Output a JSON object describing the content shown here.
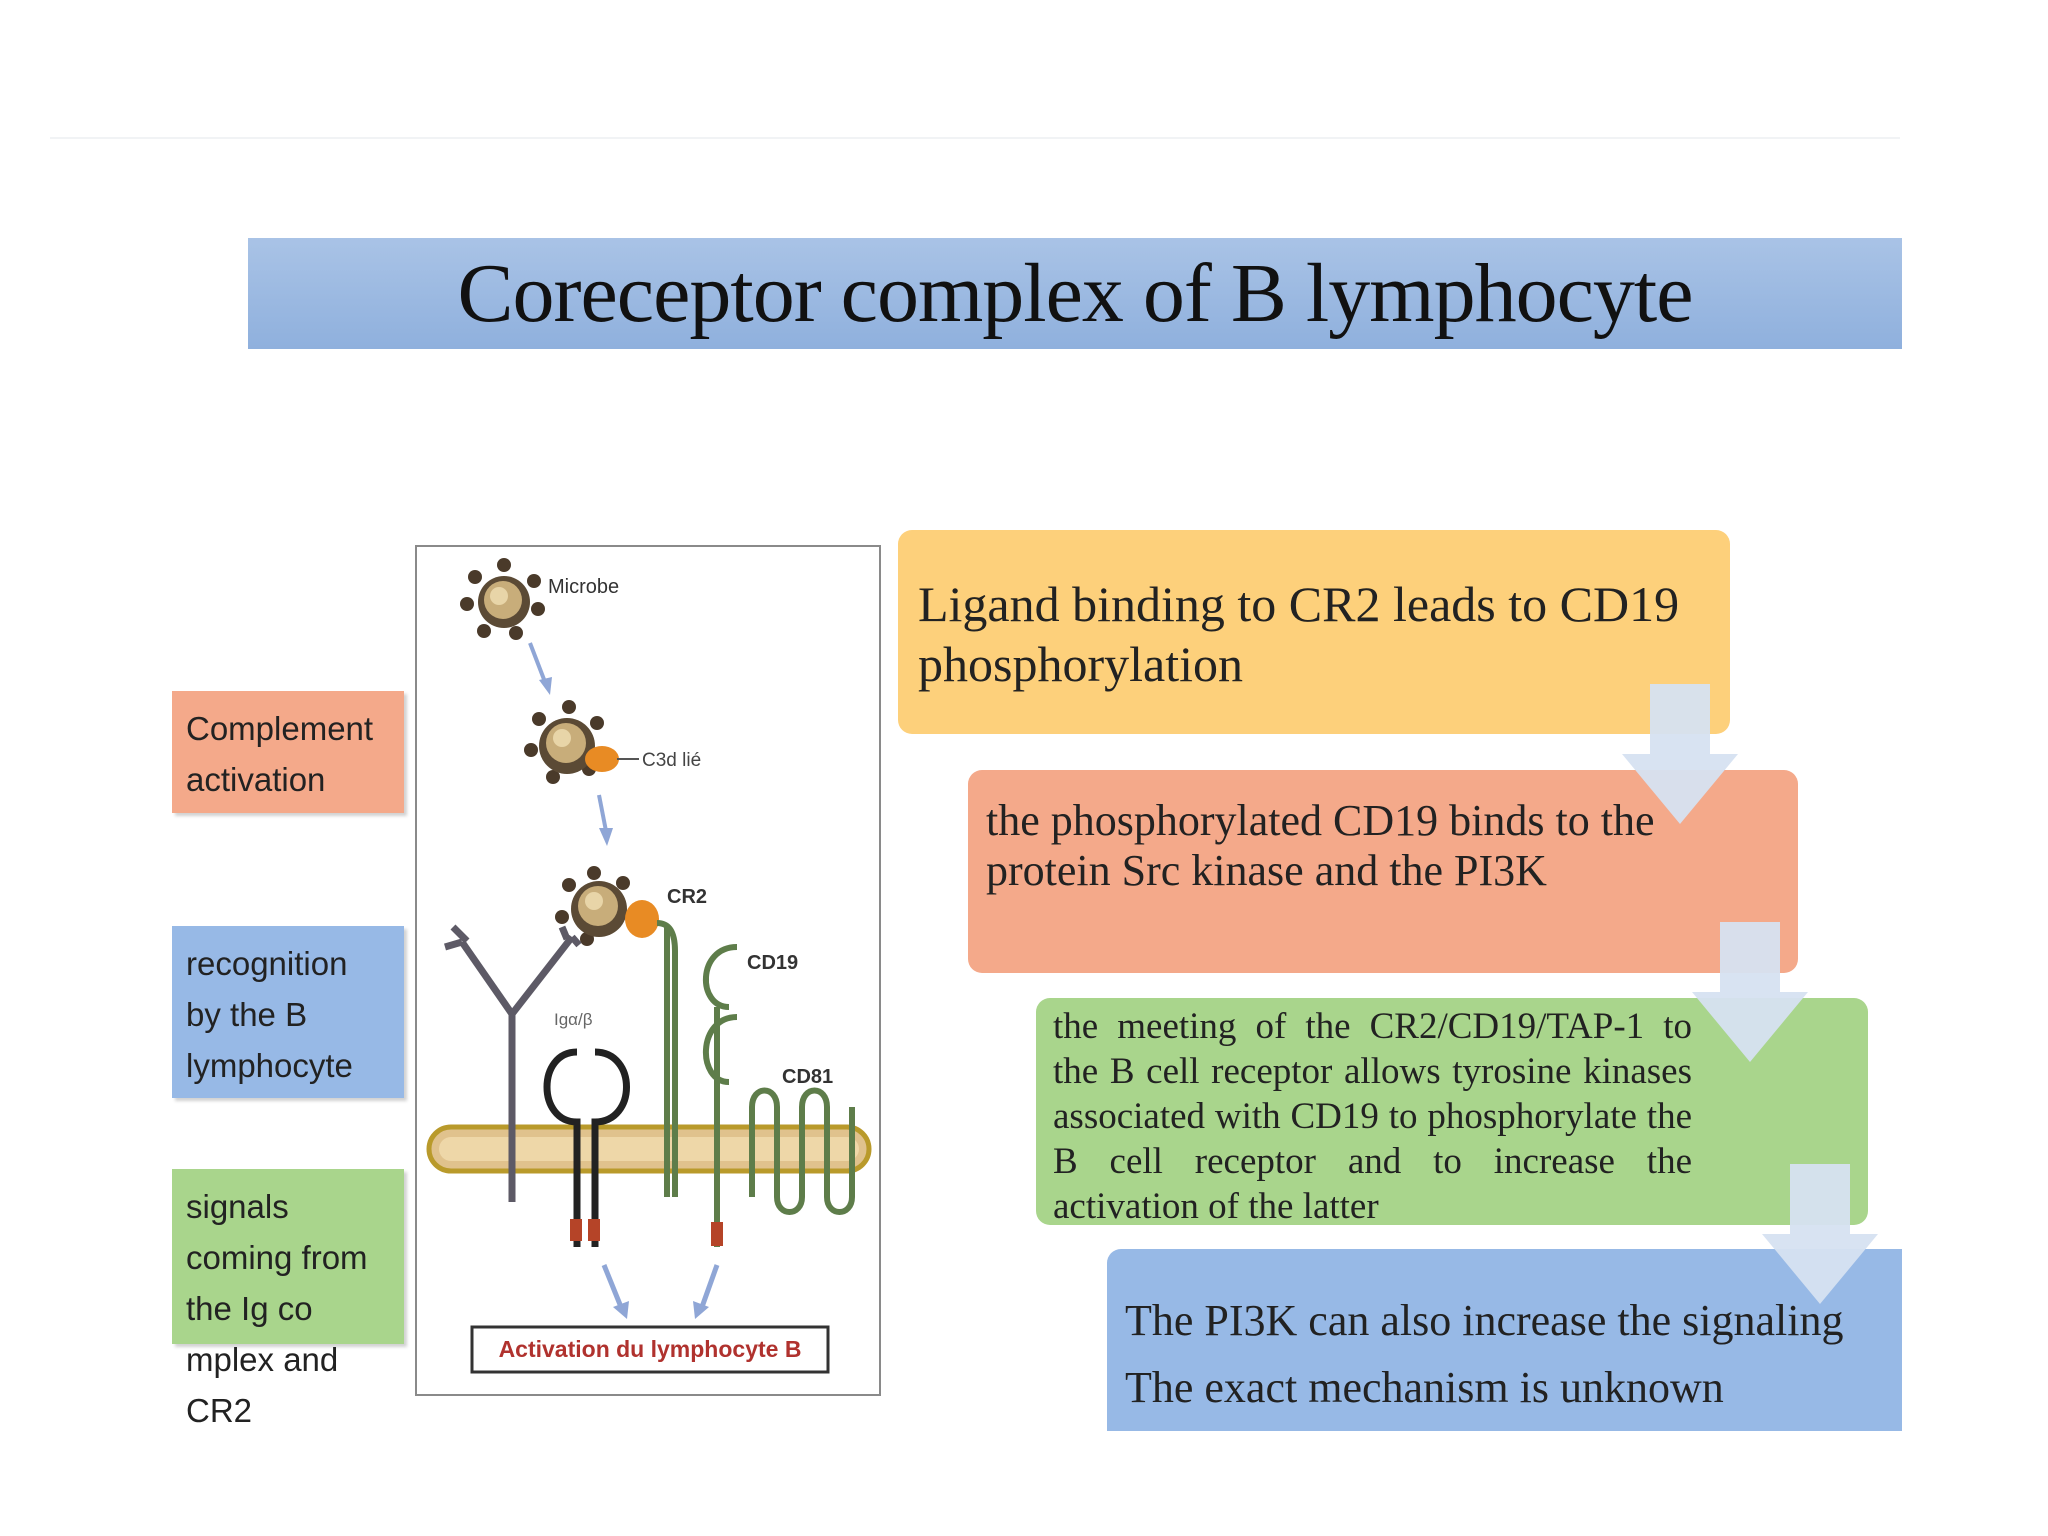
{
  "title": "Coreceptor complex of B lymphocyte",
  "side_labels": {
    "complement": "Complement activation",
    "recognition": "recognition by the B lymphocyte",
    "signals": "signals coming from the Ig co mplex and CR2"
  },
  "figure": {
    "microbe": "Microbe",
    "c3d": "C3d lié",
    "cr2": "CR2",
    "cd19": "CD19",
    "iga": "Igα/β",
    "cd81": "CD81",
    "activation": "Activation du lymphocyte B"
  },
  "flow": {
    "step1": "Ligand binding to CR2 leads to CD19 phosphorylation",
    "step2": "the phosphorylated CD19  binds to the protein Src kinase and the PI3K",
    "step3": "the meeting of the CR2/CD19/TAP-1 to the B cell receptor allows tyrosine kinases associated with CD19 to phosphorylate the B cell receptor and to increase the activation of the latter",
    "step4a": "The PI3K can also increase the signaling",
    "step4b": "The exact mechanism  is unknown"
  },
  "colors": {
    "title_bar": "#97b6e0",
    "orange": "#f4a98a",
    "blue": "#97b9e6",
    "green": "#a9d58c",
    "yellow": "#fdd07b",
    "arrow": "#d6e2f1"
  }
}
